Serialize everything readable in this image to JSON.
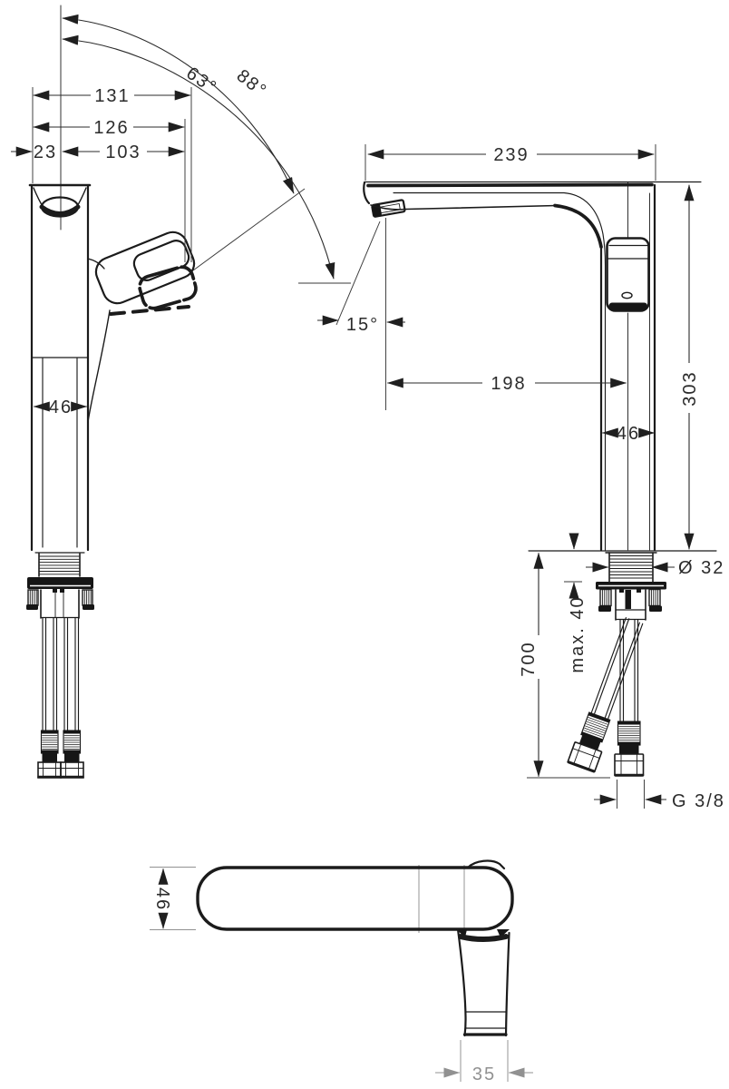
{
  "front_view": {
    "dim_width_total": "131",
    "dim_width_handle": "126",
    "dim_offset": "23",
    "dim_center_to_handle": "103",
    "dim_body_width": "46",
    "angle_handle_swing": "63°",
    "angle_handle_max": "88°"
  },
  "side_view": {
    "dim_depth_total": "239",
    "dim_height_total": "303",
    "angle_spray": "15°",
    "dim_spout_reach": "198",
    "dim_body_depth": "46",
    "dim_shank_diameter": "Ø 32",
    "dim_deck_thickness": "max. 40",
    "dim_hose_length": "700",
    "label_connection_thread": "G 3/8"
  },
  "top_view": {
    "dim_body_width": "46",
    "dim_handle_width": "35"
  },
  "colors": {
    "line": "#1b1b1b",
    "dimension": "#2b2b2b",
    "muted_dimension": "#919191",
    "background": "#ffffff"
  }
}
